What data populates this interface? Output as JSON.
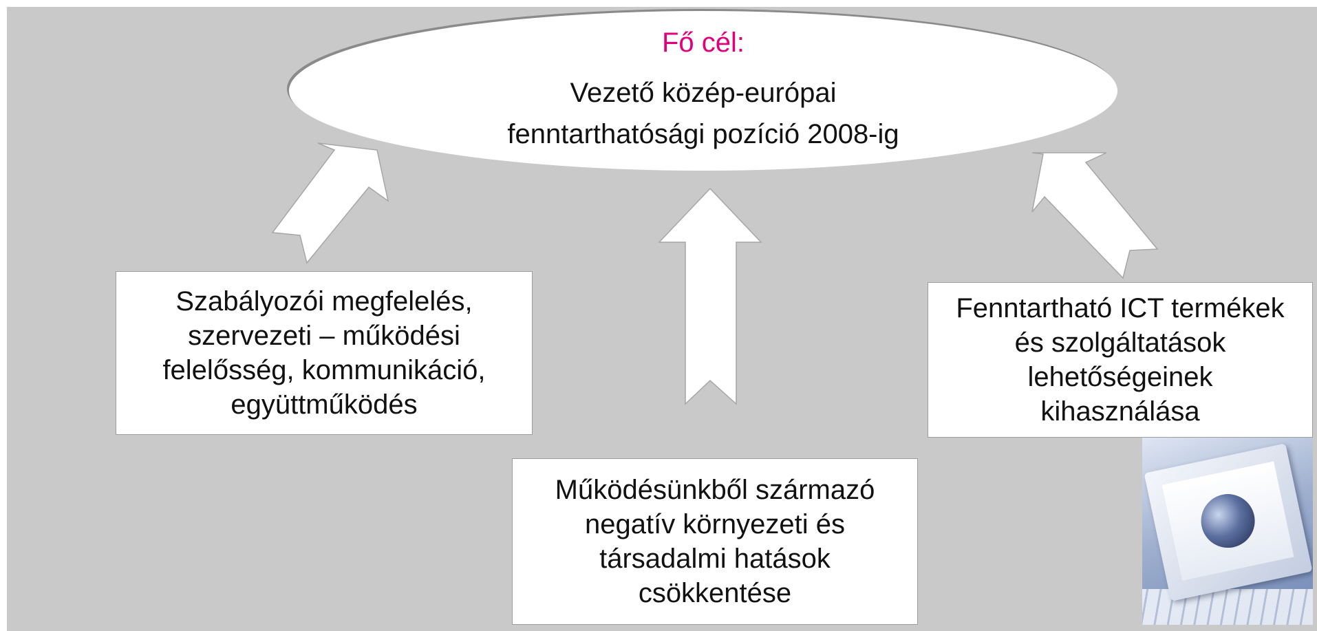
{
  "goal": {
    "label": "Fő cél:",
    "lines": [
      "Vezető közép-európai",
      "fenntarthatósági pozíció 2008-ig"
    ]
  },
  "boxes": {
    "left": [
      "Szabályozói megfelelés,",
      "szervezeti – működési",
      "felelősség, kommunikáció,",
      "együttműködés"
    ],
    "bottom": [
      "Működésünkből származó",
      "negatív környezeti és",
      "társadalmi hatások",
      "csökkentése"
    ],
    "right": [
      "Fenntartható ICT termékek",
      "és szolgáltatások",
      "lehetőségeinek",
      "kihasználása"
    ]
  },
  "colors": {
    "background": "#c9c9c9",
    "accent": "#e2007a",
    "text": "#111111"
  },
  "icons": {
    "photo": "computer-monitor-globe-image"
  }
}
